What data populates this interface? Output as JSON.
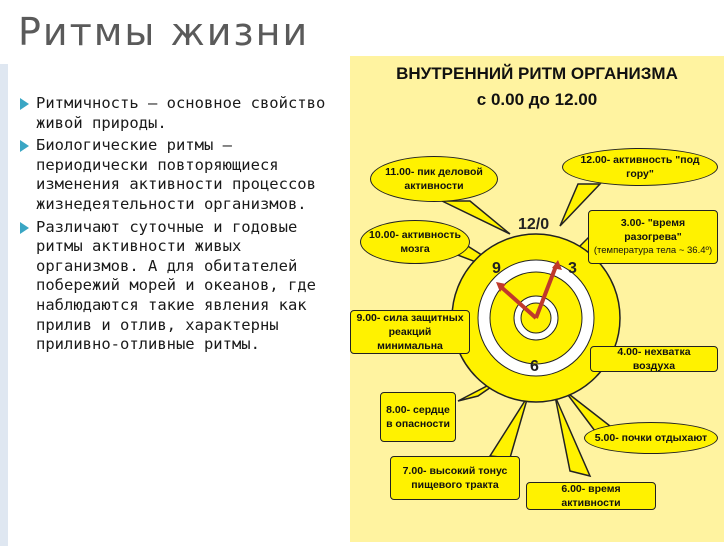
{
  "title": "Ритмы жизни",
  "bullets": [
    "Ритмичность – основное свойство живой природы.",
    "Биологические ритмы – периодически повторяющиеся изменения активности процессов жизнедеятельности организмов.",
    "Различают суточные и годовые ритмы активности живых организмов. А для обитателей побережий морей и океанов, где наблюдаются такие явления как прилив и отлив, характерны приливно-отливные ритмы."
  ],
  "panel": {
    "title": "ВНУТРЕННИЙ РИТМ ОРГАНИЗМА",
    "subtitle": "с 0.00 до 12.00",
    "clock": {
      "top": "12/0",
      "right": "3",
      "bottom": "6",
      "left": "9"
    },
    "bubbles": {
      "b11": "11.00- пик деловой активности",
      "b12": "12.00- активность \"под гору\"",
      "b10": "10.00- активность мозга",
      "b3": "3.00- \"время разогрева\"",
      "b3_note": "(температура тела ~ 36.4º)",
      "b9": "9.00- сила защитных реакций минимальна",
      "b4": "4.00- нехватка воздуха",
      "b8": "8.00- сердце в опасности",
      "b5": "5.00- почки отдыхают",
      "b7": "7.00- высокий тонус пищевого тракта",
      "b6": "6.00- время активности"
    },
    "colors": {
      "background": "#fff3a0",
      "bubble": "#fff200",
      "hands": "#c0392b"
    }
  }
}
